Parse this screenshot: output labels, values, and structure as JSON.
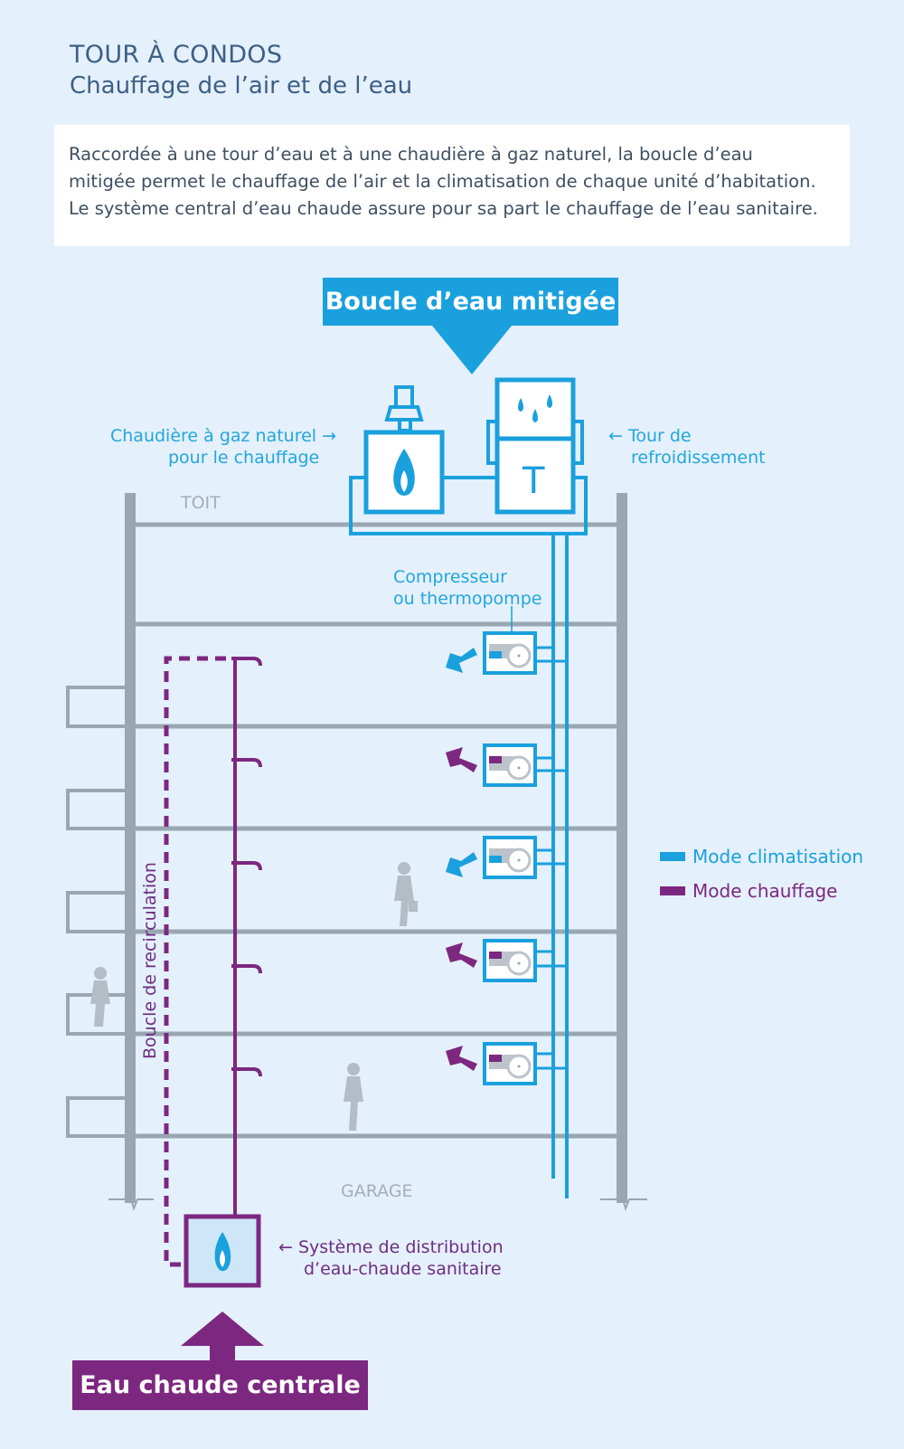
{
  "header": {
    "title": "TOUR À CONDOS",
    "subtitle": "Chauffage de l’air et de l’eau"
  },
  "intro": {
    "lines": [
      "Raccordée à une tour d’eau et à une chaudière à gaz naturel, la boucle d’eau",
      "mitigée permet le chauffage de l’air et la climatisation de chaque unité d’habitation.",
      "Le système central d’eau chaude assure pour sa part le chauffage de l’eau sanitaire."
    ]
  },
  "diagram": {
    "top_banner": "Boucle d’eau mitigée",
    "bottom_banner": "Eau chaude centrale",
    "boiler_label": [
      "Chaudière à gaz naturel →",
      "pour le chauffage"
    ],
    "tower_label": [
      "← Tour de",
      "refroidissement"
    ],
    "tower_letter": "T",
    "roof_label": "TOIT",
    "garage_label": "GARAGE",
    "compressor_label": [
      "Compresseur",
      "ou thermopompe"
    ],
    "recirculation_label": "Boucle de recirculation",
    "hot_water_system_label": [
      "← Système de distribution",
      "d’eau-chaude sanitaire"
    ],
    "unit_modes": [
      "climatisation",
      "chauffage",
      "climatisation",
      "chauffage",
      "chauffage"
    ]
  },
  "legend": {
    "items": [
      {
        "label": "Mode climatisation",
        "color": "#1aa0dd"
      },
      {
        "label": "Mode chauffage",
        "color": "#7c2880"
      }
    ]
  },
  "colors": {
    "background": "#e4f0fb",
    "blue": "#1aa0dd",
    "purple": "#7c2880",
    "structure_gray": "#9aa6b2"
  }
}
